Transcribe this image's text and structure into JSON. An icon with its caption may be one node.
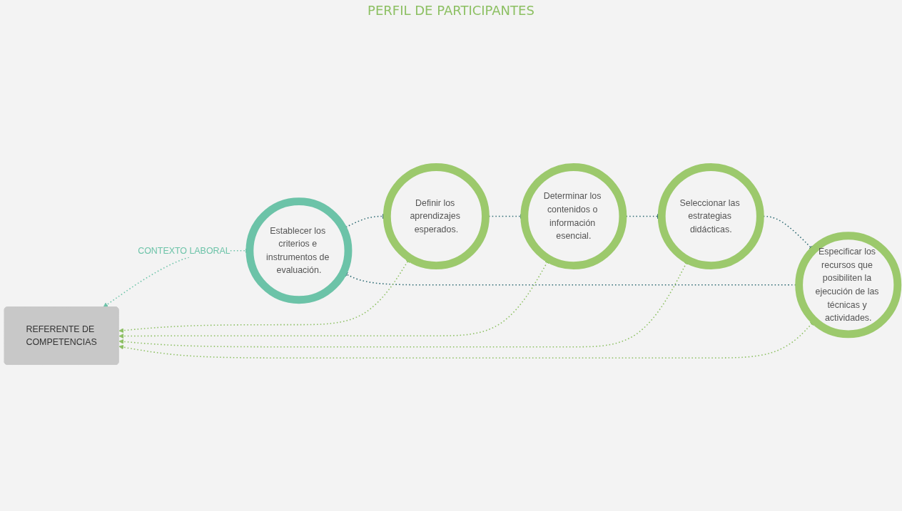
{
  "diagram": {
    "nodes": [
      {
        "text": [
          "Establecer los criterios e instrumentos de evaluación."
        ]
      },
      {
        "text": [
          "Definir los aprendizajes esperados."
        ]
      },
      {
        "text": [
          "Determinar los contenidos o información esencial."
        ]
      },
      {
        "text": [
          "Seleccionar las estrategias didácticas."
        ]
      },
      {
        "text": [
          "Especificar los recursos que posibiliten la ejecución de las técnicas y actividades."
        ]
      },
      {
        "text": [
          "REFERENTE DE COMPETENCIAS"
        ]
      }
    ],
    "edges": [
      {
        "from": 0,
        "to": 1,
        "arrow": "to",
        "style": "dashed",
        "color": "#2d6a73"
      },
      {
        "from": 1,
        "to": 2,
        "arrow": "to",
        "style": "dashed",
        "color": "#2d6a73"
      },
      {
        "from": 2,
        "to": 3,
        "arrow": "to",
        "style": "dashed",
        "color": "#2d6a73"
      },
      {
        "from": 3,
        "to": 4,
        "arrow": "to",
        "style": "dashed",
        "color": "#2d6a73"
      },
      {
        "from": 4,
        "to": 0,
        "arrow": "to",
        "style": "dashed",
        "color": "#2d6a73"
      },
      {
        "from": 5,
        "to": 0,
        "arrow": "both",
        "style": "dashed",
        "color": "#6cc3a8",
        "label": "CONTEXTO LABORAL"
      },
      {
        "from": 5,
        "to": 1,
        "arrow": "both",
        "style": "dashed",
        "color": "#8dc063"
      },
      {
        "from": 5,
        "to": 2,
        "arrow": "both",
        "style": "dashed",
        "color": "#8dc063"
      },
      {
        "from": 5,
        "to": 3,
        "arrow": "both",
        "style": "dashed",
        "color": "#8dc063"
      },
      {
        "from": 5,
        "to": 4,
        "arrow": "both",
        "style": "dashed",
        "color": "#8dc063"
      }
    ],
    "labels": [
      "PERFIL DE PARTICIPANTES"
    ]
  }
}
